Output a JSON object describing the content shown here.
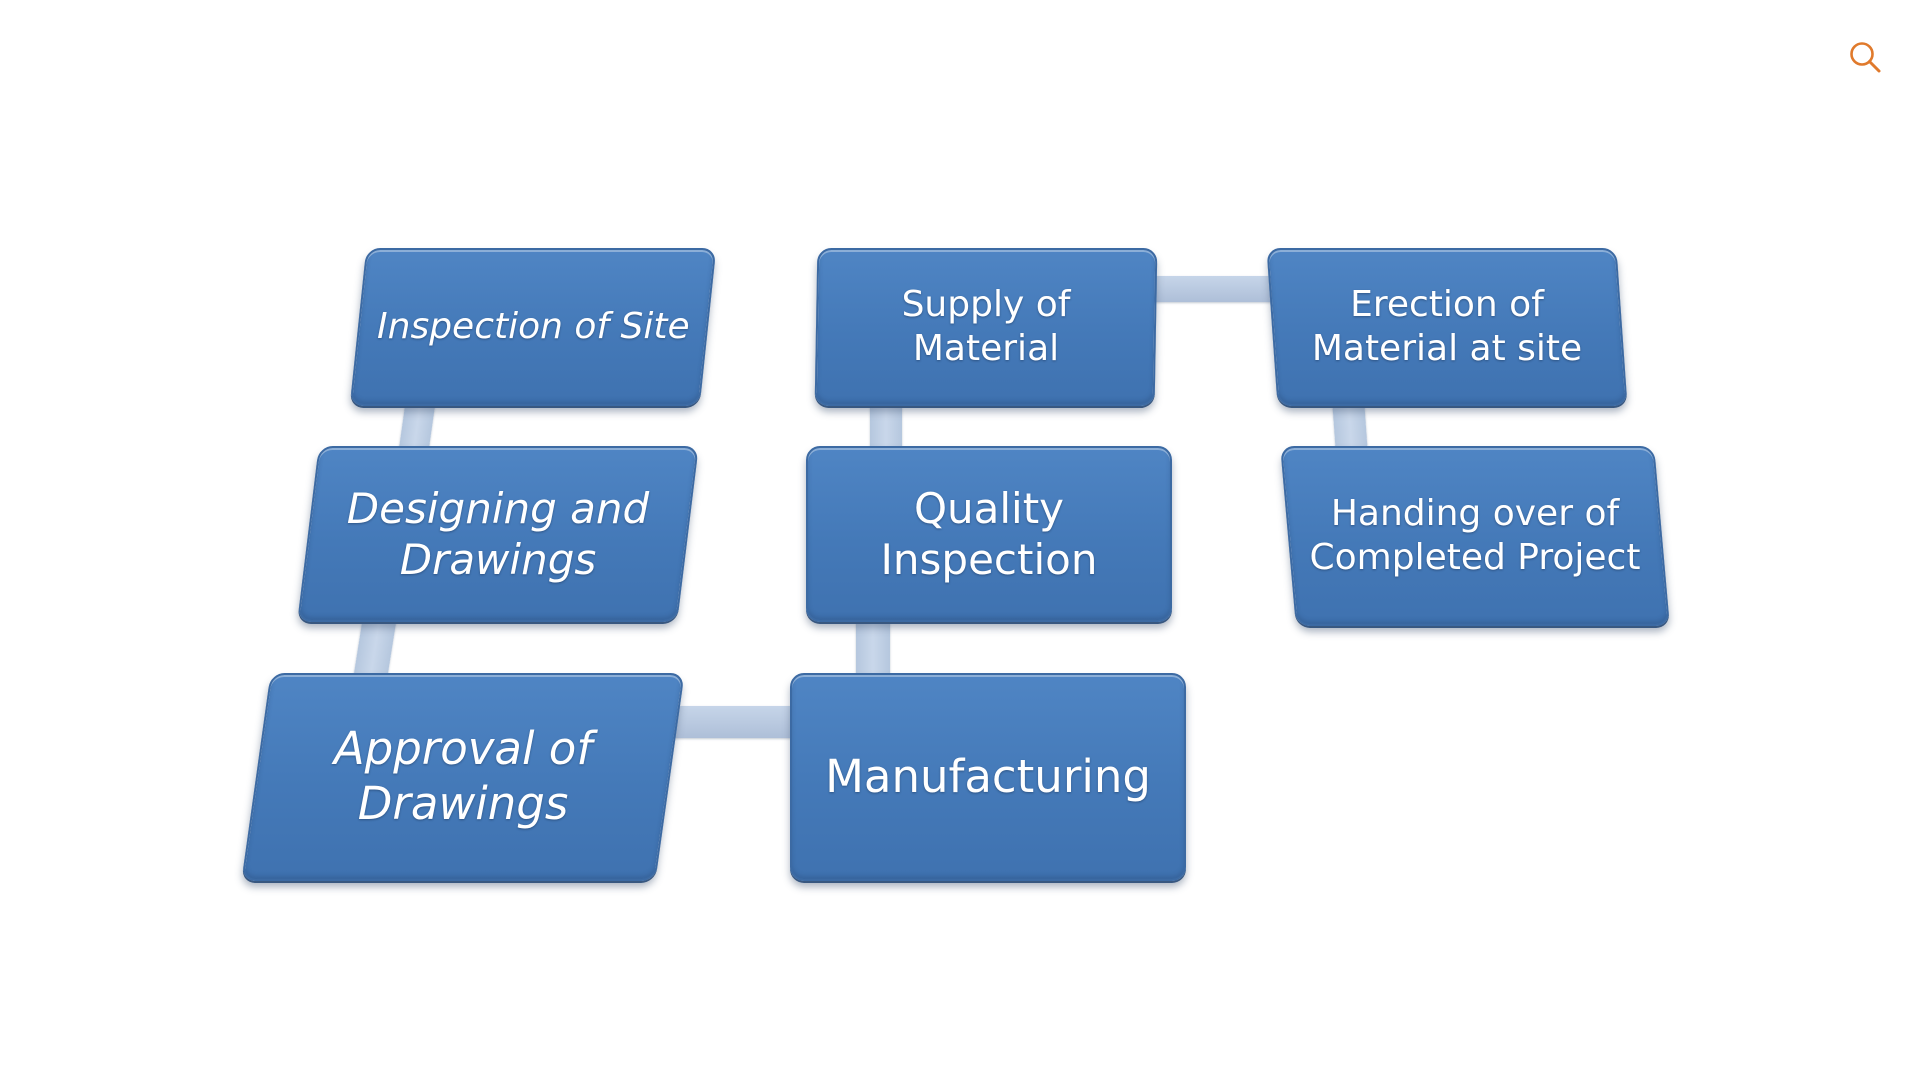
{
  "toolbar": {
    "zoom_icon": "magnifier-icon",
    "zoom_color": "#e07a2c"
  },
  "diagram": {
    "node_color": "#4a7fbf",
    "connector_color": "#b9cbe2",
    "nodes": [
      {
        "id": "inspection",
        "label": "Inspection of Site"
      },
      {
        "id": "designing",
        "label": "Designing and Drawings"
      },
      {
        "id": "approval",
        "label": "Approval of Drawings"
      },
      {
        "id": "manufacturing",
        "label": "Manufacturing"
      },
      {
        "id": "quality",
        "label": "Quality Inspection"
      },
      {
        "id": "supply",
        "label": "Supply of Material"
      },
      {
        "id": "erection",
        "label": "Erection of Material at site"
      },
      {
        "id": "handing",
        "label": "Handing over of Completed Project"
      }
    ],
    "edges": [
      [
        "inspection",
        "designing"
      ],
      [
        "designing",
        "approval"
      ],
      [
        "approval",
        "manufacturing"
      ],
      [
        "manufacturing",
        "quality"
      ],
      [
        "quality",
        "supply"
      ],
      [
        "supply",
        "erection"
      ],
      [
        "erection",
        "handing"
      ]
    ]
  }
}
